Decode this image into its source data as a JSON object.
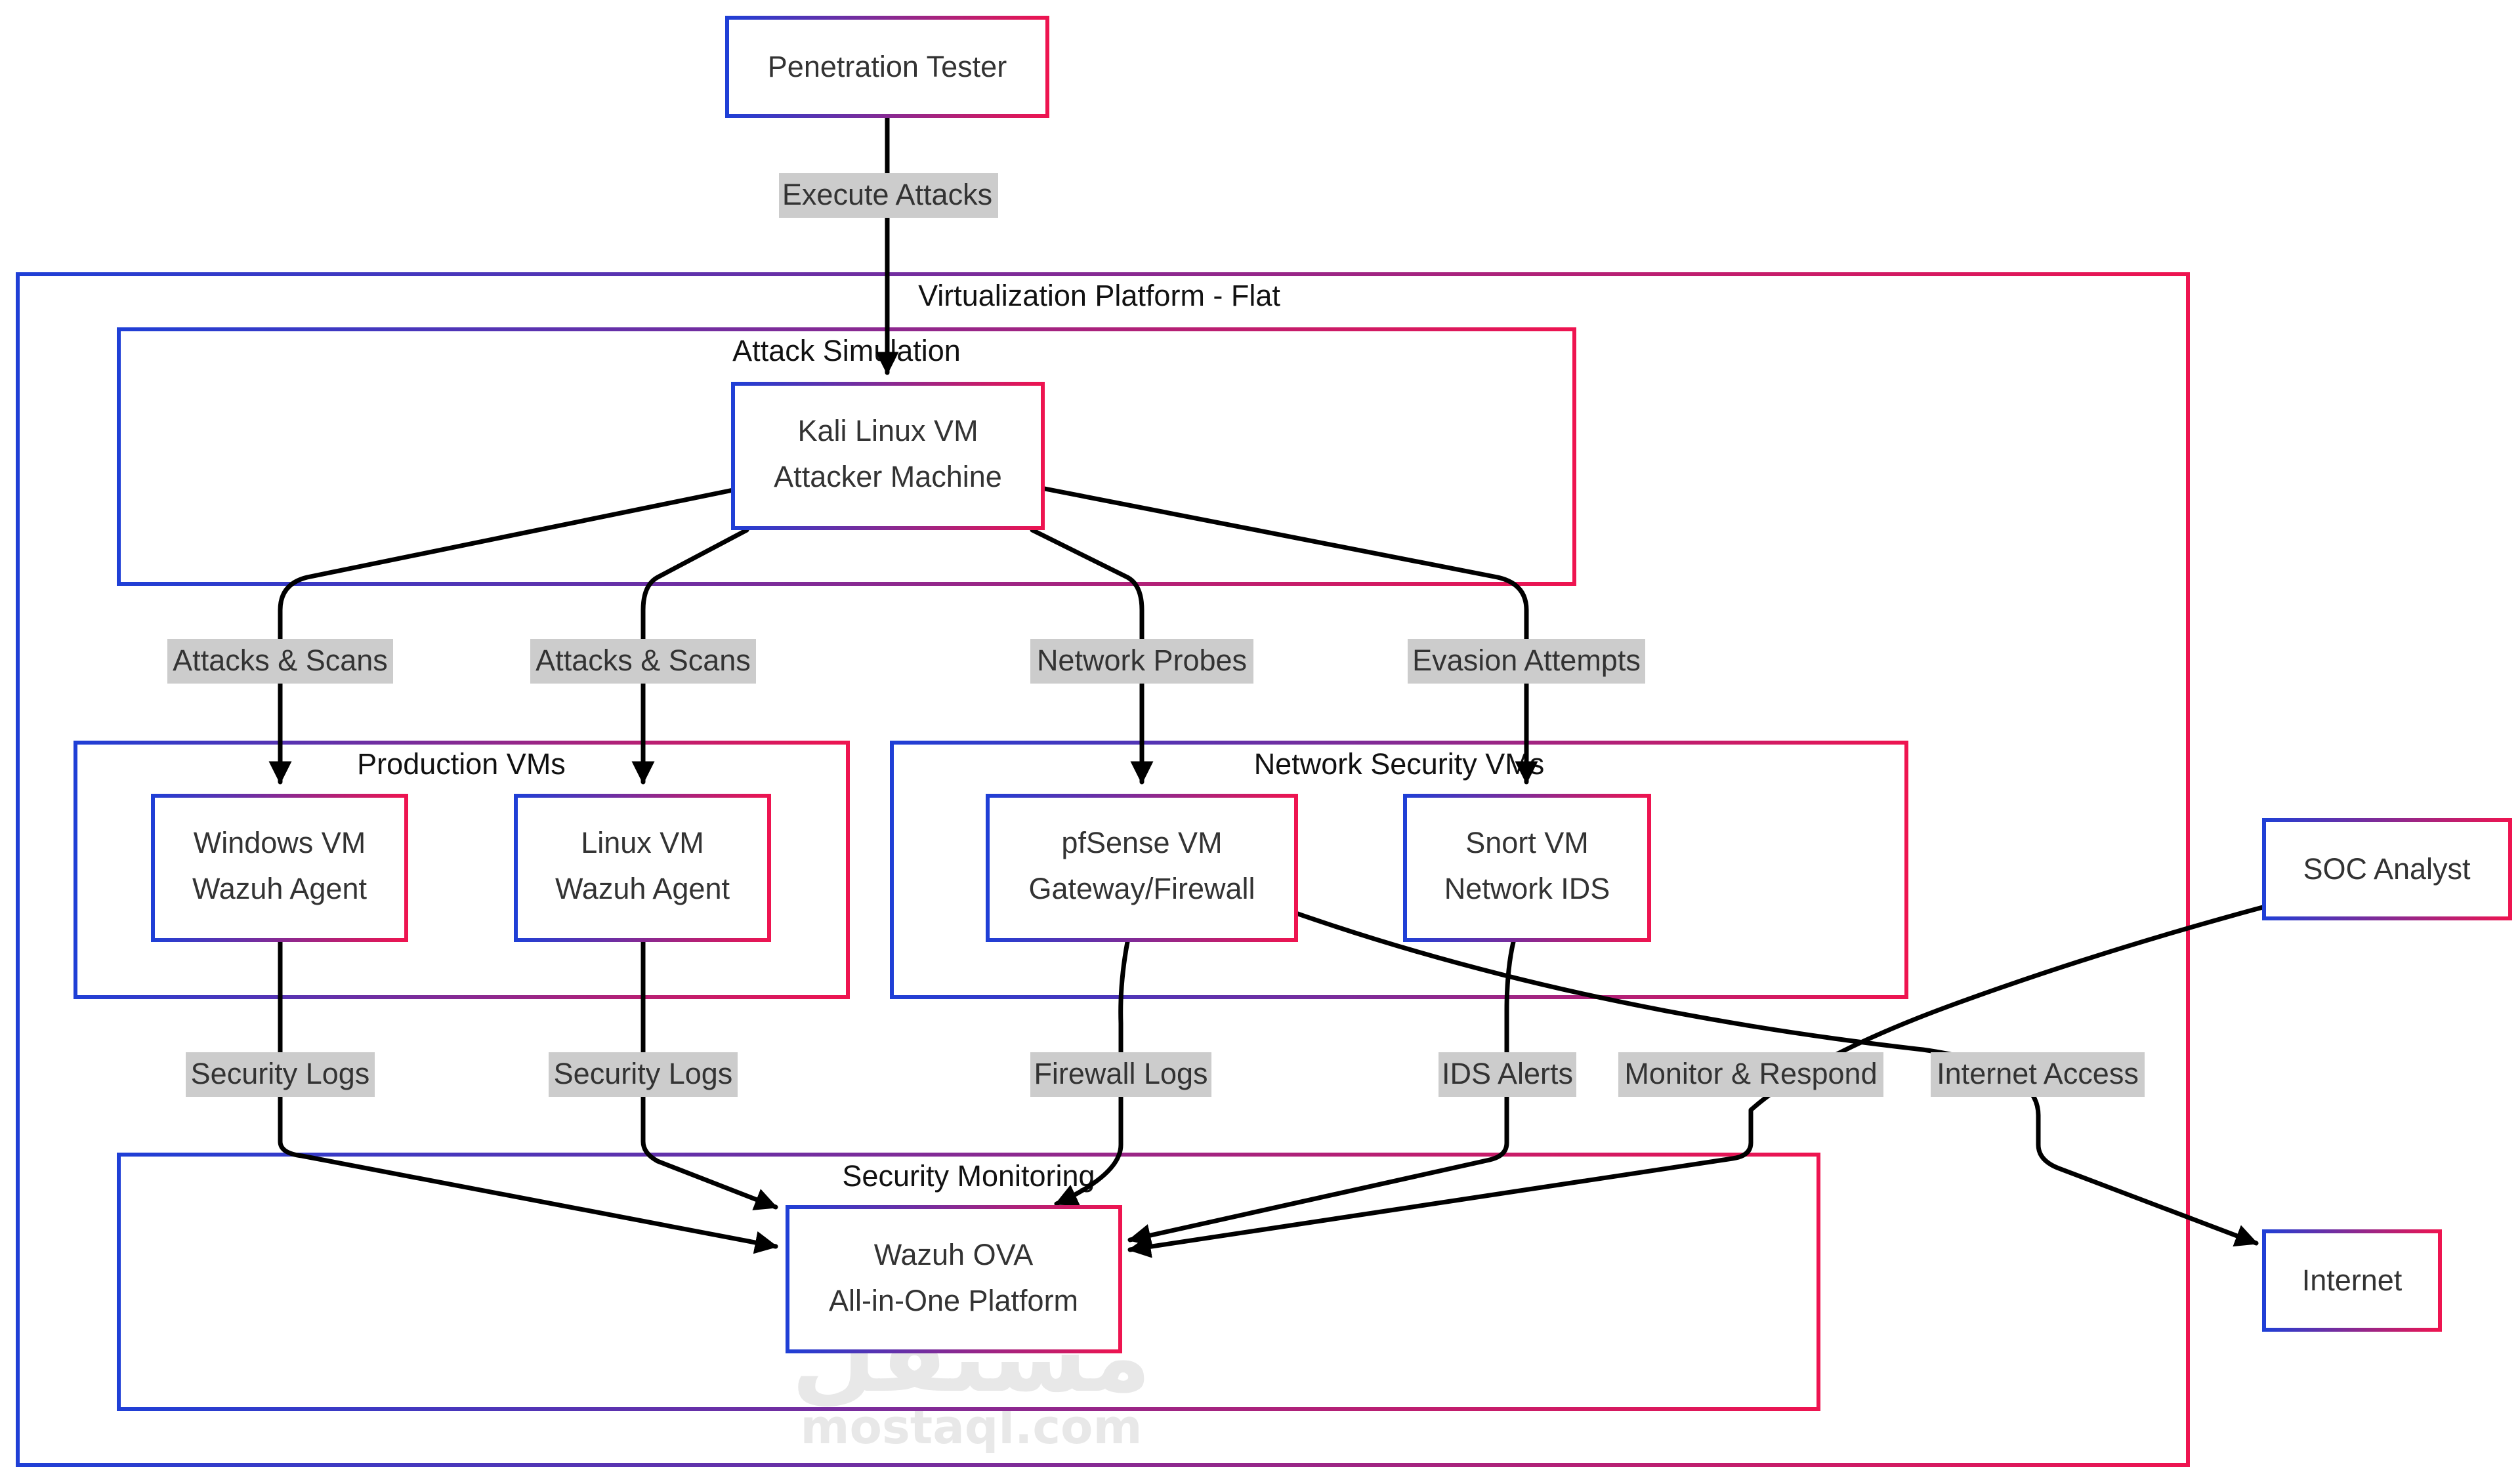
{
  "nodes": {
    "pentester": {
      "label": "Penetration Tester"
    },
    "kali": {
      "line1": "Kali Linux VM",
      "line2": "Attacker Machine"
    },
    "windows": {
      "line1": "Windows VM",
      "line2": "Wazuh Agent"
    },
    "linux": {
      "line1": "Linux VM",
      "line2": "Wazuh Agent"
    },
    "pfsense": {
      "line1": "pfSense VM",
      "line2": "Gateway/Firewall"
    },
    "snort": {
      "line1": "Snort VM",
      "line2": "Network IDS"
    },
    "wazuh": {
      "line1": "Wazuh OVA",
      "line2": "All-in-One Platform"
    },
    "soc": {
      "label": "SOC Analyst"
    },
    "internet": {
      "label": "Internet"
    }
  },
  "groups": {
    "platform": "Virtualization Platform - Flat",
    "attack": "Attack Simulation",
    "production": "Production VMs",
    "netsec": "Network Security VMs",
    "monitoring": "Security Monitoring"
  },
  "edges": {
    "execute": "Execute Attacks",
    "scans_win": "Attacks & Scans",
    "scans_linux": "Attacks & Scans",
    "probes": "Network Probes",
    "evasion": "Evasion Attempts",
    "logs_win": "Security Logs",
    "logs_linux": "Security Logs",
    "fw_logs": "Firewall Logs",
    "ids_alerts": "IDS Alerts",
    "monitor": "Monitor & Respond",
    "internet_access": "Internet Access"
  },
  "watermark": {
    "arabic": "مستقل",
    "latin": "mostaql.com"
  },
  "colors": {
    "gradient_start": "#1f3fd6",
    "gradient_end": "#ee1450",
    "edge": "#000000",
    "label_bg": "#cccccc"
  }
}
